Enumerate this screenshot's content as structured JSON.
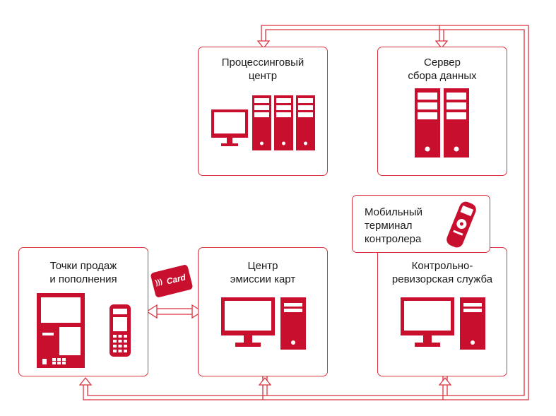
{
  "nodes": {
    "processing": {
      "line1": "Процессинговый",
      "line2": "центр"
    },
    "server": {
      "line1": "Сервер",
      "line2": "сбора данных"
    },
    "mobile": {
      "line1": "Мобильный",
      "line2": "терминал",
      "line3": "контролера"
    },
    "sales": {
      "line1": "Точки продаж",
      "line2": "и пополнения"
    },
    "emission": {
      "line1": "Центр",
      "line2": "эмиссии карт"
    },
    "control": {
      "line1": "Контрольно-",
      "line2": "ревизорская служба"
    }
  },
  "card": {
    "label": "Card"
  },
  "colors": {
    "accent": "#c8102e",
    "line": "#d9333f"
  }
}
